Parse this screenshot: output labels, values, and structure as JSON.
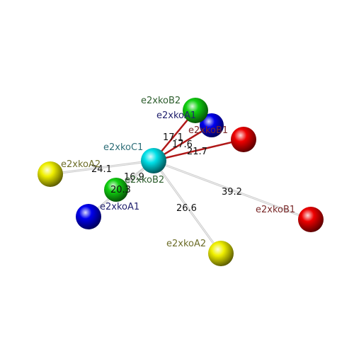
{
  "atoms": [
    {
      "id": "C1",
      "label": "e2xkoC1",
      "color": "#00e0e8",
      "label_color": "#2e6e78"
    },
    {
      "id": "B2a",
      "label": "e2xkoB2",
      "color": "#10d010",
      "label_color": "#2e5e2e"
    },
    {
      "id": "A1a",
      "label": "e2xkoA1",
      "color": "#0000ee",
      "label_color": "#22226e"
    },
    {
      "id": "B1a",
      "label": "e2xkoB1",
      "color": "#ee0000",
      "label_color": "#7a2a2a"
    },
    {
      "id": "A2a",
      "label": "e2xkoA2",
      "color": "#f0f000",
      "label_color": "#6e6e2a"
    },
    {
      "id": "B2b",
      "label": "e2xkoB2",
      "color": "#10d010",
      "label_color": "#2e5e2e"
    },
    {
      "id": "A1b",
      "label": "e2xkoA1",
      "color": "#0000ee",
      "label_color": "#22226e"
    },
    {
      "id": "B1b",
      "label": "e2xkoB1",
      "color": "#ee0000",
      "label_color": "#7a2a2a"
    },
    {
      "id": "A2b",
      "label": "e2xkoA2",
      "color": "#f0f000",
      "label_color": "#6e6e2a"
    }
  ],
  "bonds": [
    {
      "from": "C1",
      "to": "B2a",
      "distance": "17.1",
      "color": "#b01818"
    },
    {
      "from": "C1",
      "to": "A1a",
      "distance": "17.6",
      "color": "#b01818"
    },
    {
      "from": "C1",
      "to": "B1a",
      "distance": "21.7",
      "color": "#b01818"
    },
    {
      "from": "C1",
      "to": "A2a",
      "distance": "24.1",
      "color": "#cccccc"
    },
    {
      "from": "C1",
      "to": "B2b",
      "distance": "16.9",
      "color": "#cccccc"
    },
    {
      "from": "C1",
      "to": "A1b",
      "distance": "20.3",
      "color": "#cccccc"
    },
    {
      "from": "C1",
      "to": "B1b",
      "distance": "39.2",
      "color": "#cccccc"
    },
    {
      "from": "C1",
      "to": "A2b",
      "distance": "26.6",
      "color": "#cccccc"
    }
  ]
}
